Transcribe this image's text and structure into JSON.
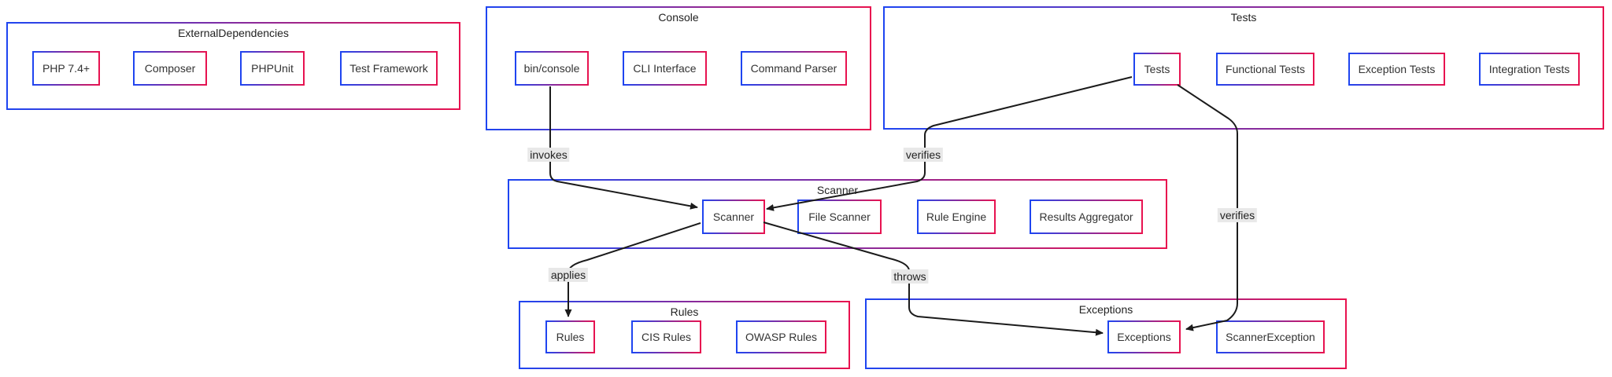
{
  "clusters": {
    "external_dependencies": {
      "title": "ExternalDependencies",
      "nodes": {
        "php": "PHP 7.4+",
        "composer": "Composer",
        "phpunit": "PHPUnit",
        "test_framework": "Test Framework"
      }
    },
    "console": {
      "title": "Console",
      "nodes": {
        "bin_console": "bin/console",
        "cli_interface": "CLI Interface",
        "command_parser": "Command Parser"
      }
    },
    "tests": {
      "title": "Tests",
      "nodes": {
        "tests": "Tests",
        "functional_tests": "Functional Tests",
        "exception_tests": "Exception Tests",
        "integration_tests": "Integration Tests"
      }
    },
    "scanner": {
      "title": "Scanner",
      "nodes": {
        "scanner": "Scanner",
        "file_scanner": "File Scanner",
        "rule_engine": "Rule Engine",
        "results_aggregator": "Results Aggregator"
      }
    },
    "rules": {
      "title": "Rules",
      "nodes": {
        "rules": "Rules",
        "cis_rules": "CIS Rules",
        "owasp_rules": "OWASP Rules"
      }
    },
    "exceptions": {
      "title": "Exceptions",
      "nodes": {
        "exceptions": "Exceptions",
        "scanner_exception": "ScannerException"
      }
    }
  },
  "edges": {
    "invokes": "invokes",
    "verifies_scanner": "verifies",
    "applies": "applies",
    "throws": "throws",
    "verifies_exceptions": "verifies"
  },
  "colors": {
    "border_gradient_start": "#1e45f1",
    "border_gradient_end": "#e8124f",
    "edge_line": "#1b1b1b",
    "edge_label_background": "#e8e8e8",
    "node_fill": "#ffffff",
    "text": "#333333"
  }
}
